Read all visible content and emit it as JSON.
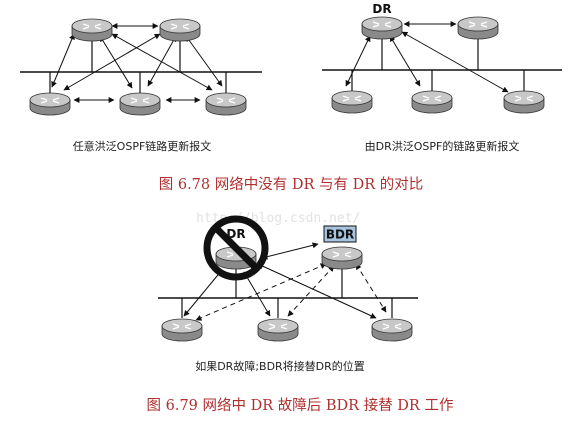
{
  "diagram_top_left": {
    "caption": "任意洪泛OSPF链路更新报文"
  },
  "diagram_top_right": {
    "caption": "由DR洪泛OSPF的链路更新报文",
    "dr_label": "DR"
  },
  "figure_678_title": "图 6.78  网络中没有 DR 与有 DR 的对比",
  "watermark": "http://blog.csdn.net/",
  "diagram_bottom": {
    "failed_dr_label": "DR",
    "bdr_label": "BDR",
    "caption": "如果DR故障;BDR将接替DR的位置"
  },
  "figure_679_title": "图 6.79 网络中 DR 故障后 BDR 接替 DR 工作",
  "colors": {
    "figure_title": "#b03030",
    "bdr_badge": "#a8c4e0",
    "router_top": "#c8c8c8",
    "router_side": "#8a8a8a"
  }
}
